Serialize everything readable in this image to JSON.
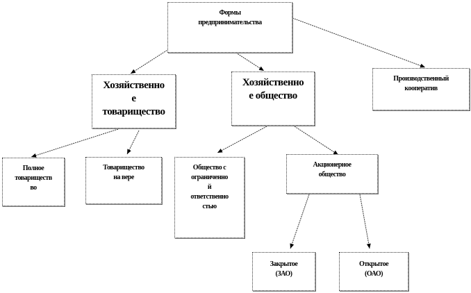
{
  "nodes": {
    "root": "Формы\nпредпринимательства",
    "partnership": "Хозяйственно\nе\nтоварищество",
    "company": "Хозяйственно\nе общество",
    "cooperative": "Производственный\nкооператив",
    "full_partnership": "Полное\nтовариществ\nво",
    "limited_partnership": "Товарищество\nна вере",
    "llc": "Общество  с\nограниченно\nй\nответственно\nстью",
    "jsc": "Акционерное\nобщество",
    "closed_jsc": "Закрытое\n(ЗАО)",
    "open_jsc": "Открытое\n(ОАО)"
  }
}
